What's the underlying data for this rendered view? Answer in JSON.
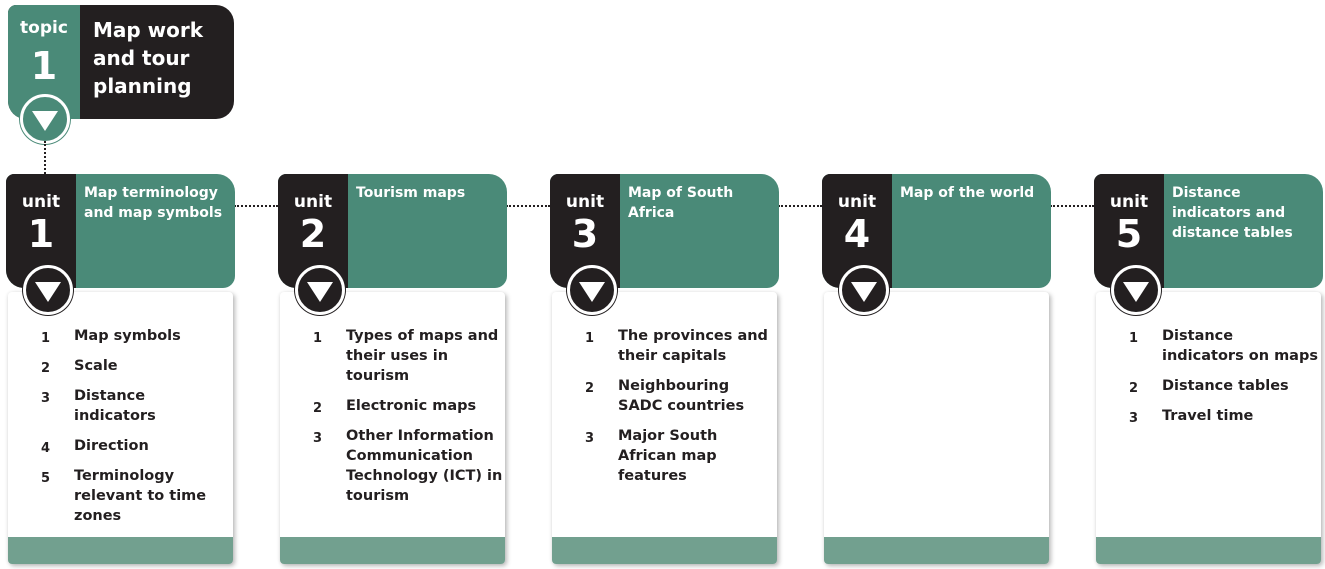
{
  "topic": {
    "label": "topic",
    "number": "1",
    "title": "Map work and tour planning"
  },
  "units": [
    {
      "label": "unit",
      "number": "1",
      "title": "Map terminology and map symbols",
      "items": [
        {
          "n": "1",
          "text": "Map symbols"
        },
        {
          "n": "2",
          "text": "Scale"
        },
        {
          "n": "3",
          "text": "Distance indicators"
        },
        {
          "n": "4",
          "text": "Direction"
        },
        {
          "n": "5",
          "text": "Terminology relevant to time zones"
        }
      ]
    },
    {
      "label": "unit",
      "number": "2",
      "title": "Tourism maps",
      "items": [
        {
          "n": "1",
          "text": "Types of maps and their uses in tourism"
        },
        {
          "n": "2",
          "text": "Electronic maps"
        },
        {
          "n": "3",
          "text": "Other Information Communication Technology (ICT) in tourism"
        }
      ]
    },
    {
      "label": "unit",
      "number": "3",
      "title": "Map of South Africa",
      "items": [
        {
          "n": "1",
          "text": "The provinces and their capitals"
        },
        {
          "n": "2",
          "text": "Neighbouring SADC countries"
        },
        {
          "n": "3",
          "text": "Major South African map features"
        }
      ]
    },
    {
      "label": "unit",
      "number": "4",
      "title": "Map of the world",
      "items": []
    },
    {
      "label": "unit",
      "number": "5",
      "title": "Distance indicators and distance tables",
      "items": [
        {
          "n": "1",
          "text": "Distance indicators on maps"
        },
        {
          "n": "2",
          "text": "Distance tables"
        },
        {
          "n": "3",
          "text": "Travel time"
        }
      ]
    }
  ],
  "colors": {
    "green": "#4a8a78",
    "dark": "#231f20",
    "card_bar": "#72a08f"
  }
}
